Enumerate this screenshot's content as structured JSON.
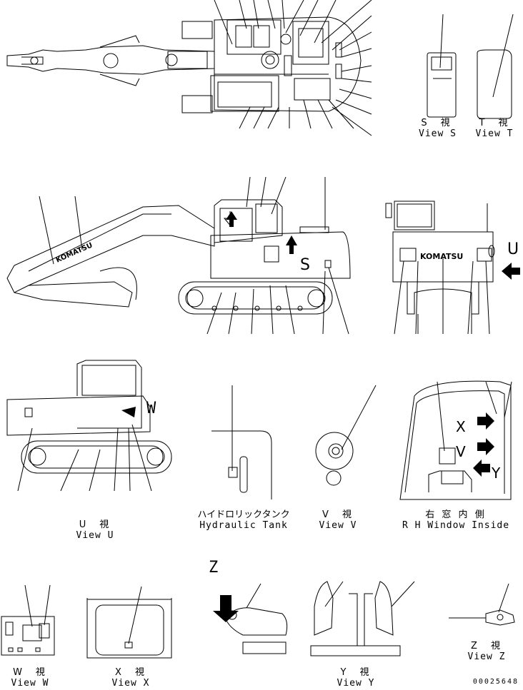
{
  "views": {
    "s": {
      "jp": "S　視",
      "en": "View S"
    },
    "t": {
      "jp": "T　視",
      "en": "View T"
    },
    "u": {
      "jp": "U　視",
      "en": "View U"
    },
    "v": {
      "jp": "V　視",
      "en": "View V"
    },
    "w": {
      "jp": "W　視",
      "en": "View W"
    },
    "x": {
      "jp": "X　視",
      "en": "View X"
    },
    "y": {
      "jp": "Y　視",
      "en": "View Y"
    },
    "z": {
      "jp": "Z　視",
      "en": "View Z"
    },
    "hydraulic_tank": {
      "jp": "ハイドロリックタンク",
      "en": "Hydraulic Tank"
    },
    "rh_window": {
      "jp": "右 窓 内 側",
      "en": "R H Window Inside"
    }
  },
  "view_letters": {
    "s": "S",
    "u": "U",
    "w": "W",
    "x": "X",
    "v": "V",
    "y": "Y",
    "z": "Z"
  },
  "brand": "KOMATSU",
  "doc_number": "00025648"
}
